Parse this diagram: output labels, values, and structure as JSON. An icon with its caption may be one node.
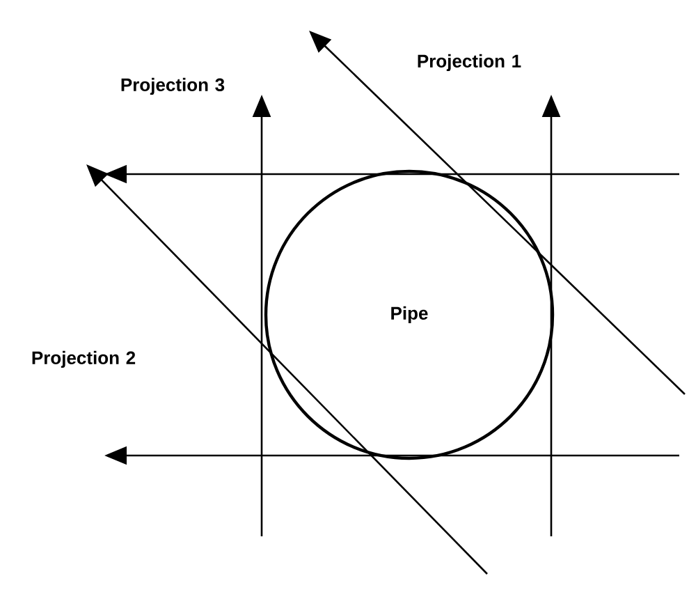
{
  "diagram": {
    "nodes": [
      {
        "text": [
          "Pipe"
        ]
      }
    ],
    "labels": [
      "Projection 1",
      "Projection 3",
      "Projection 2"
    ]
  }
}
